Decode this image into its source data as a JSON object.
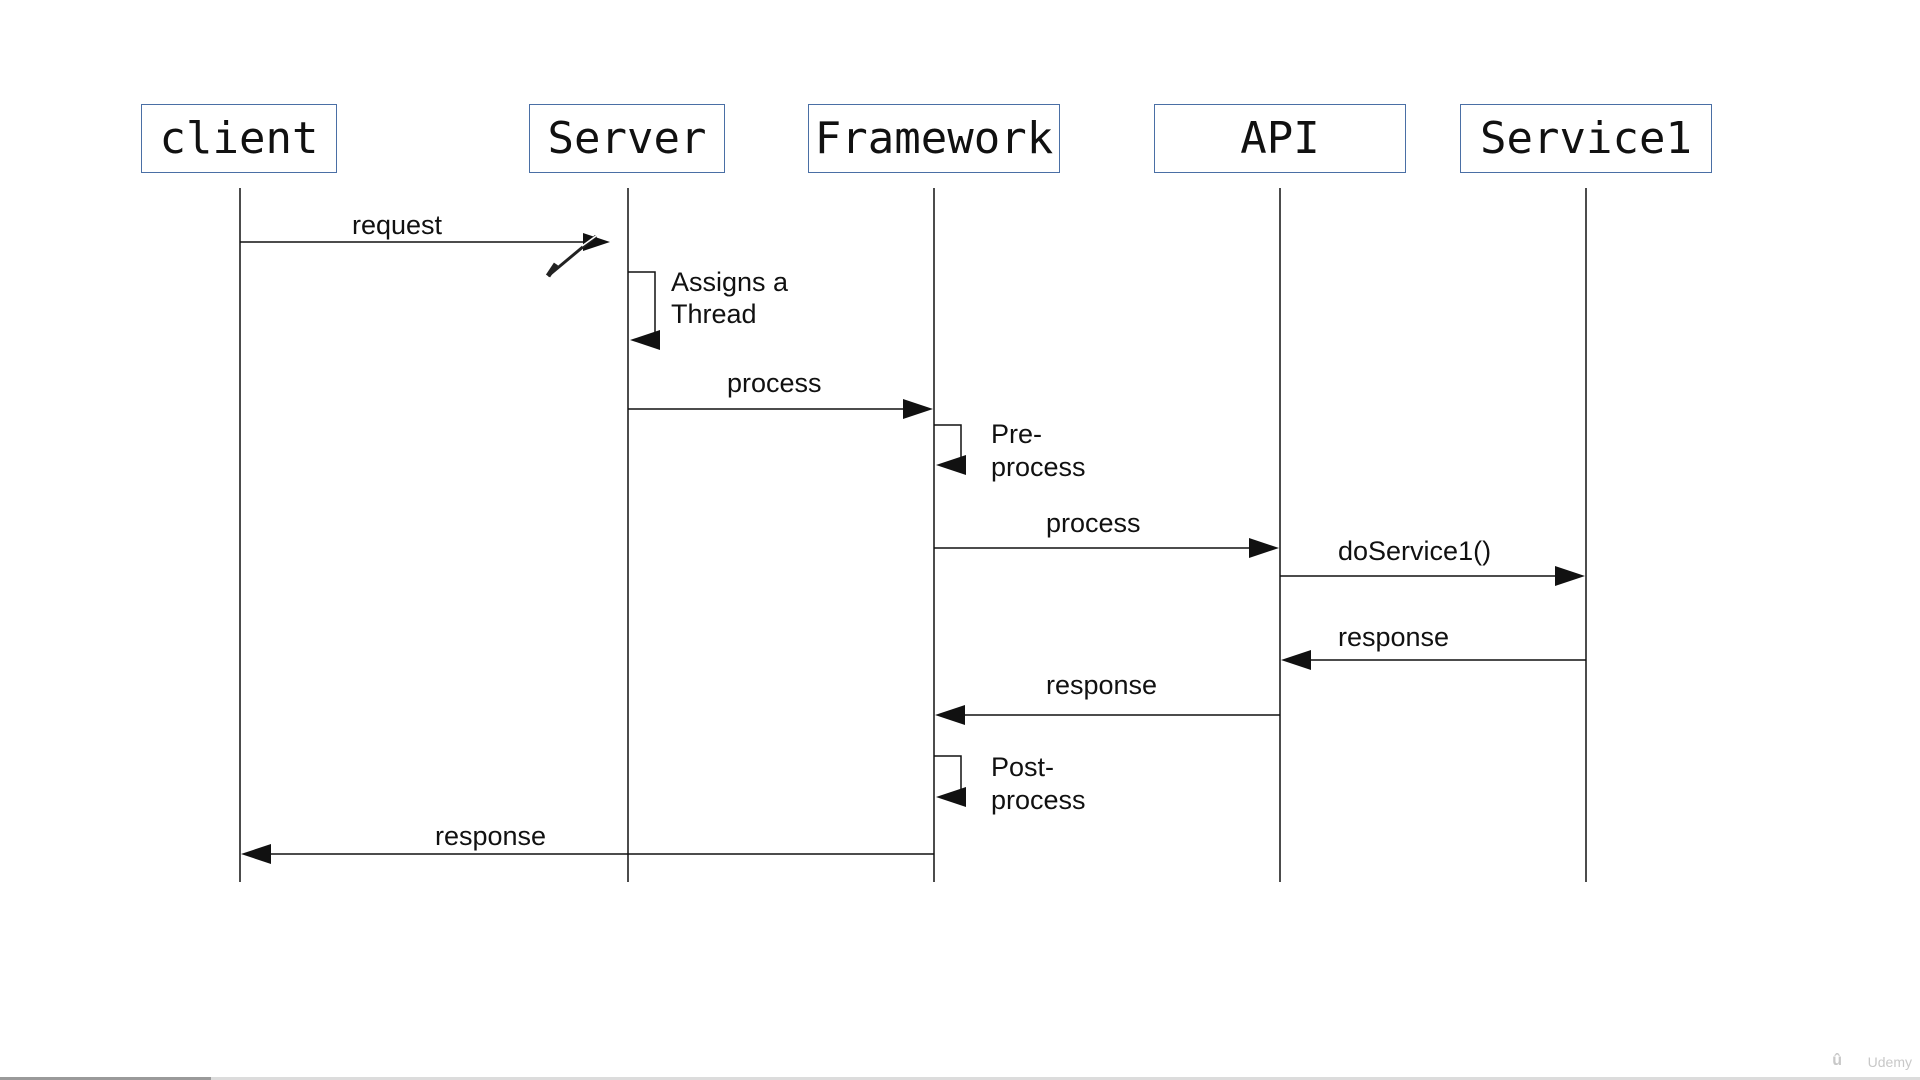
{
  "participants": {
    "client": "client",
    "server": "Server",
    "framework": "Framework",
    "api": "API",
    "service1": "Service1"
  },
  "messages": {
    "request": "request",
    "assigns_line1": "Assigns a",
    "assigns_line2": "Thread",
    "process1": "process",
    "preprocess_line1": "Pre-",
    "preprocess_line2": "process",
    "process2": "process",
    "do_service": "doService1()",
    "response_service": "response",
    "response_api": "response",
    "postprocess_line1": "Post-",
    "postprocess_line2": "process",
    "response_client": "response"
  },
  "watermark": {
    "logo": "û",
    "text": "Udemy"
  },
  "video_progress": 0.11,
  "colors": {
    "box_border": "#4a6fa5",
    "line": "#111111",
    "background": "#ffffff"
  }
}
